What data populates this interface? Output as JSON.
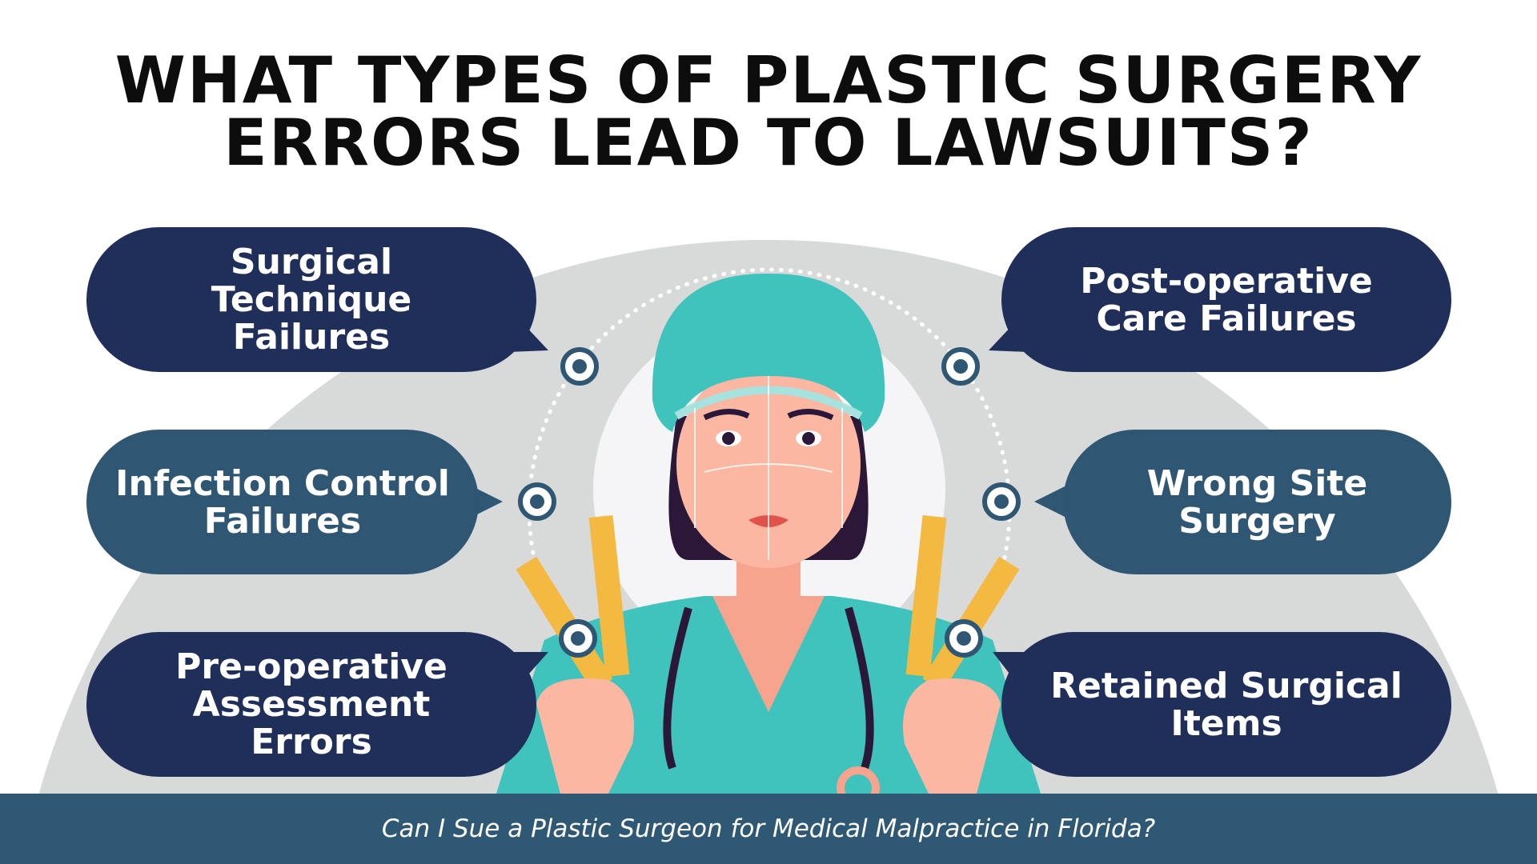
{
  "title": {
    "line1": "WHAT TYPES OF PLASTIC SURGERY",
    "line2": "ERRORS LEAD TO LAWSUITS?"
  },
  "items": [
    {
      "label": "Surgical Technique Failures",
      "side": "left"
    },
    {
      "label": "Infection Control Failures",
      "side": "left"
    },
    {
      "label": "Pre-operative Assessment Errors",
      "side": "left"
    },
    {
      "label": "Post-operative Care Failures",
      "side": "right"
    },
    {
      "label": "Wrong Site Surgery",
      "side": "right"
    },
    {
      "label": "Retained Surgical Items",
      "side": "right"
    }
  ],
  "footer": {
    "text": "Can I Sue a Plastic Surgeon for Medical Malpractice in Florida?"
  },
  "colors": {
    "navy": "#1f2f5a",
    "teal": "#2f5673",
    "footer": "#2f5874",
    "scrubs": "#40c3bd",
    "arch": "#d8d9d9"
  }
}
